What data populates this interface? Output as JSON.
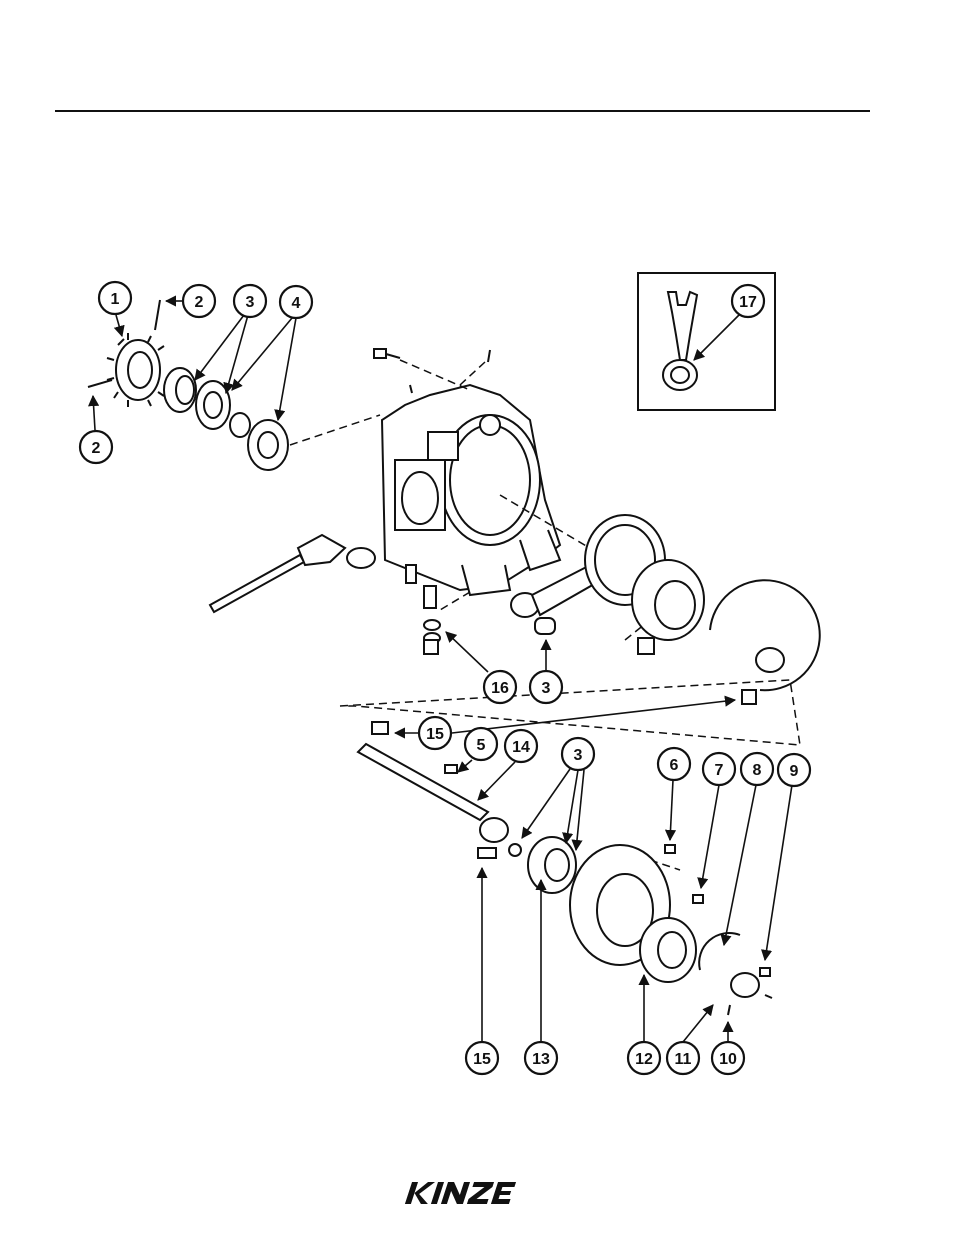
{
  "callouts": [
    {
      "id": "c1",
      "label": "1"
    },
    {
      "id": "c2a",
      "label": "2"
    },
    {
      "id": "c2b",
      "label": "2"
    },
    {
      "id": "c3a",
      "label": "3"
    },
    {
      "id": "c4",
      "label": "4"
    },
    {
      "id": "c17",
      "label": "17"
    },
    {
      "id": "c16",
      "label": "16"
    },
    {
      "id": "c3b",
      "label": "3"
    },
    {
      "id": "c15a",
      "label": "15"
    },
    {
      "id": "c5",
      "label": "5"
    },
    {
      "id": "c14",
      "label": "14"
    },
    {
      "id": "c3c",
      "label": "3"
    },
    {
      "id": "c6",
      "label": "6"
    },
    {
      "id": "c7",
      "label": "7"
    },
    {
      "id": "c8",
      "label": "8"
    },
    {
      "id": "c9",
      "label": "9"
    },
    {
      "id": "c15b",
      "label": "15"
    },
    {
      "id": "c13",
      "label": "13"
    },
    {
      "id": "c12",
      "label": "12"
    },
    {
      "id": "c11",
      "label": "11"
    },
    {
      "id": "c10",
      "label": "10"
    }
  ],
  "footer": {
    "logo_text": "KINZE"
  },
  "colors": {
    "ink": "#111111",
    "paper": "#ffffff"
  }
}
